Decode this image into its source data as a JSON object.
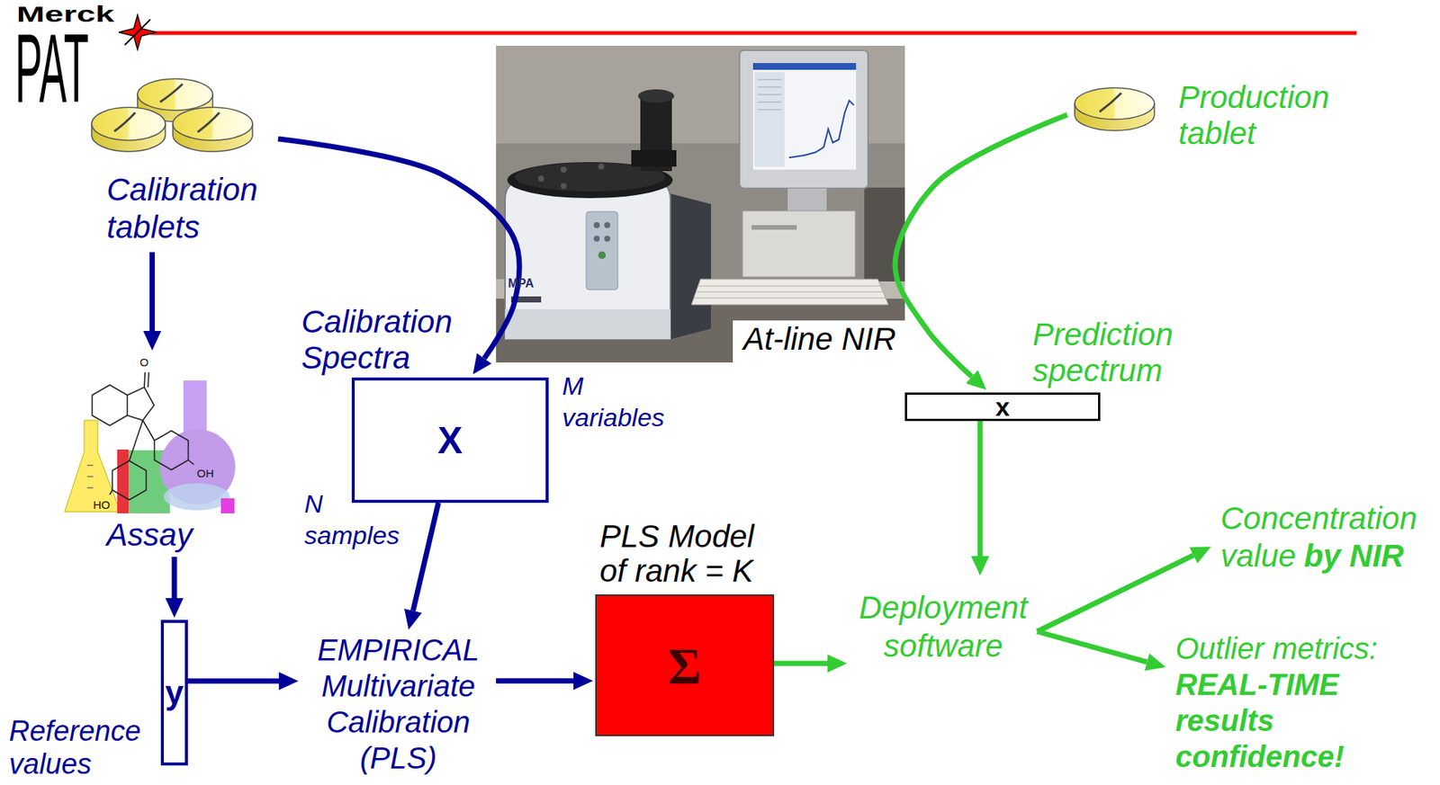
{
  "diagram": {
    "nodes": [
      {
        "text": [
          "Calibration tablets"
        ]
      },
      {
        "text": [
          "Assay"
        ]
      },
      {
        "text": [
          "y",
          "Reference values"
        ]
      },
      {
        "text": [
          "Calibration Spectra",
          "X"
        ]
      },
      {
        "text": [
          "EMPIRICAL Multivariate Calibration (PLS)"
        ]
      },
      {
        "text": [
          "PLS Model of rank = K",
          "Σ"
        ]
      },
      {
        "text": [
          "At-line NIR"
        ]
      },
      {
        "text": [
          "Production tablet"
        ]
      },
      {
        "text": [
          "Prediction spectrum",
          "x"
        ]
      },
      {
        "text": [
          "Deployment software"
        ]
      },
      {
        "text": [
          "Concentration value",
          "by NIR"
        ]
      },
      {
        "text": [
          "Outlier metrics:",
          "REAL-TIME results confidence!"
        ]
      }
    ],
    "edges": [
      {
        "from": 0,
        "to": 1,
        "arrow": "to"
      },
      {
        "from": 1,
        "to": 2,
        "arrow": "to"
      },
      {
        "from": 2,
        "to": 4,
        "arrow": "to"
      },
      {
        "from": 0,
        "to": 3,
        "arrow": "to"
      },
      {
        "from": 3,
        "to": 4,
        "arrow": "to"
      },
      {
        "from": 4,
        "to": 5,
        "arrow": "to"
      },
      {
        "from": 5,
        "to": 9,
        "arrow": "to"
      },
      {
        "from": 7,
        "to": 8,
        "arrow": "to"
      },
      {
        "from": 8,
        "to": 9,
        "arrow": "to"
      },
      {
        "from": 9,
        "to": 10,
        "arrow": "to"
      },
      {
        "from": 9,
        "to": 11,
        "arrow": "to"
      }
    ],
    "labels": [
      "Merck",
      "PAT",
      "M variables",
      "N samples",
      "O",
      "OH",
      "HO",
      "MPA"
    ]
  }
}
